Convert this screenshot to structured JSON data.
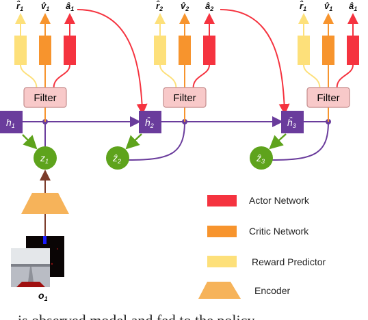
{
  "heads": {
    "col1": {
      "r": "r̂",
      "r_sub": "1",
      "v": "v̂",
      "v_sub": "1",
      "a": "â",
      "a_sub": "1"
    },
    "col2": {
      "r": "r̂",
      "r_sub": "2",
      "v": "v̂",
      "v_sub": "2",
      "a": "â",
      "a_sub": "2"
    },
    "col3": {
      "r": "r̂",
      "r_sub": "1",
      "v": "v̂",
      "v_sub": "1",
      "a": "â",
      "a_sub": "1"
    }
  },
  "filter_label": "Filter",
  "states": {
    "h1": {
      "base": "h",
      "sub": "1"
    },
    "h2": {
      "base": "ĥ",
      "sub": "2"
    },
    "h3": {
      "base": "ĥ",
      "sub": "3"
    }
  },
  "latents": {
    "z1": {
      "base": "z",
      "sub": "1"
    },
    "z2": {
      "base": "ẑ",
      "sub": "2"
    },
    "z3": {
      "base": "ẑ",
      "sub": "3"
    }
  },
  "observation": {
    "base": "o",
    "sub": "1"
  },
  "legend": {
    "actor": "Actor Network",
    "critic": "Critic Network",
    "reward": "Reward Predictor",
    "encoder": "Encoder"
  },
  "colors": {
    "actor": "#f5333f",
    "critic": "#f7942d",
    "reward": "#fde07a",
    "encoder": "#f6b35a",
    "filter_fill": "#f8c9c9",
    "filter_stroke": "#c38c8c",
    "state": "#6a3c9c",
    "latent": "#5ea31c",
    "line": "#6a3c9c"
  },
  "footer_text": "is observed model and fed to the policy"
}
